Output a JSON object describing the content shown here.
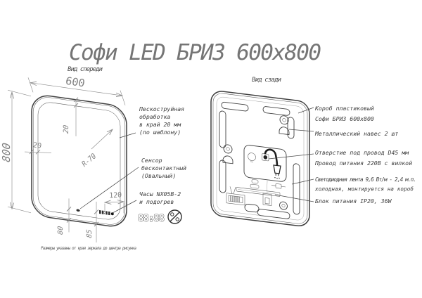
{
  "title": "Софи LED БРИЗ 600x800",
  "front_view": {
    "label": "Вид спереди",
    "dim_width": "600",
    "dim_height": "800",
    "dim_edge_top": "20",
    "dim_edge_left": "20",
    "dim_radius": "R-70",
    "dim_clock_width": "120",
    "dim_sensor_bottom": "80",
    "dim_clock_bottom": "85",
    "annotations": {
      "sandblast": [
        "Пескоструйная",
        "обработка",
        "в край 20 мм",
        "(по шаблону)"
      ],
      "sensor": [
        "Сенсор",
        "бесконтактный",
        "(Овальный)"
      ],
      "clock": [
        "Часы NX05B-2",
        "и подогрев"
      ]
    },
    "clock_display": "88:88",
    "note": "Размеры указаны от края зеркала до центра рисунка"
  },
  "back_view": {
    "label": "Вид сзади",
    "annotations": {
      "body": [
        "Короб пластиковый",
        "Софи БРИЗ 600x800"
      ],
      "hanger": [
        "Металлический навес 2 шт"
      ],
      "cord": [
        "Отверстие под провод D45 мм",
        "Провод питания 220В с вилкой"
      ],
      "led_strip": [
        "Светодиодная лента 9,6 Вт/м - 2,4 м.п.",
        "холодная, монтируется на короб"
      ],
      "power": [
        "Блок питания IP20, 36W"
      ]
    }
  },
  "colors": {
    "outline": "#3f3f3f",
    "dim": "#8c8c8c",
    "annotation_text": "#3c3c3c",
    "title": "#757575",
    "background": "#ffffff"
  }
}
